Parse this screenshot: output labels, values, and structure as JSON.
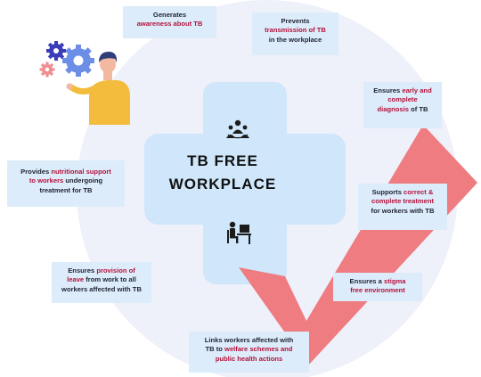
{
  "title": {
    "line1": "TB FREE",
    "line2": "WORKPLACE"
  },
  "colors": {
    "box_bg": "#dcecfb",
    "cross": "#cfe6fb",
    "ring": "#eef0fa",
    "highlight": "#b5123a",
    "check": "#ee7c80"
  },
  "icons": [
    "gears-icon",
    "person-thinking-icon",
    "team-icon",
    "person-at-desk-icon",
    "checkmark-icon"
  ],
  "boxes": {
    "awareness": {
      "line1": "Generates",
      "line2_hl": "awareness about TB"
    },
    "transmission": {
      "line1": "Prevents",
      "line2_hl": "transmission of TB",
      "line3": "in the workplace"
    },
    "diagnosis": {
      "l1_pre": "Ensures ",
      "l1_hl": "early and",
      "l2_hl": "complete",
      "l3_hl": "diagnosis",
      "l3_post": " of TB"
    },
    "treatment": {
      "l1_pre": "Supports ",
      "l1_hl": "correct &",
      "l2_hl": "complete treatment",
      "l3": "for workers with TB"
    },
    "stigma": {
      "l1_pre": "Ensures a ",
      "l1_hl": "stigma",
      "l2_hl": "free environment"
    },
    "welfare": {
      "l1": "Links workers affected with",
      "l2_pre": "TB to ",
      "l2_hl": "welfare schemes and",
      "l3_hl": "public health actions"
    },
    "leave": {
      "l1_pre": "Ensures ",
      "l1_hl": "provision of",
      "l2_hl": "leave",
      "l2_post": " from work to all",
      "l3": "workers affected with TB"
    },
    "nutrition": {
      "l1_pre": "Provides ",
      "l1_hl": "nutritional support",
      "l2_hl": "to workers",
      "l2_post": " undergoing",
      "l3": "treatment for TB"
    }
  }
}
